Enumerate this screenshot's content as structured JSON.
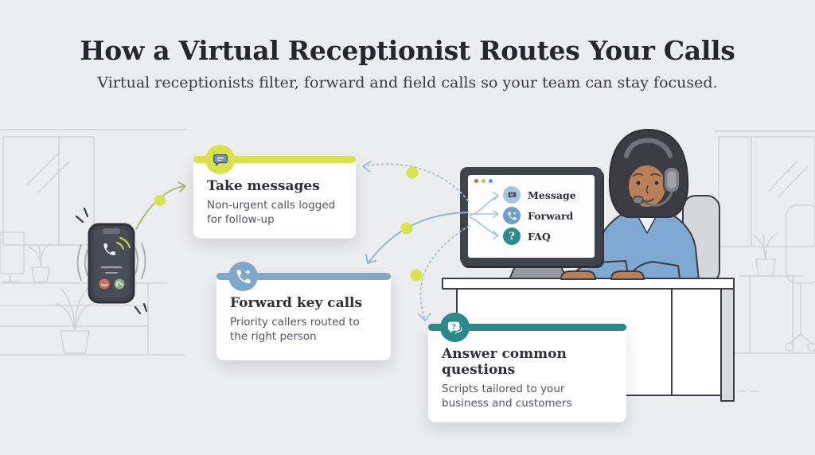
{
  "title": "How a Virtual Receptionist Routes Your Calls",
  "subtitle": "Virtual receptionists filter, forward and field calls so your team can stay focused.",
  "cards": [
    {
      "id": "take-messages",
      "title": "Take messages",
      "body": "Non-urgent calls logged for follow-up",
      "accent": "#d6e34e",
      "icon": "speech-bubble-icon"
    },
    {
      "id": "forward-key-calls",
      "title": "Forward key calls",
      "body": "Priority callers routed to the right person",
      "accent": "#7ea7ca",
      "icon": "phone-forward-icon"
    },
    {
      "id": "answer-common-questions",
      "title": "Answer common questions",
      "body": "Scripts tailored to your business and customers",
      "accent": "#2b898c",
      "icon": "question-bubble-icon"
    }
  ],
  "monitor": {
    "items": [
      {
        "label": "Message",
        "icon": "message-bubble-icon",
        "color": "#a9c6dd"
      },
      {
        "label": "Forward",
        "icon": "phone-forward-icon",
        "color": "#6f9ec7"
      },
      {
        "label": "FAQ",
        "icon": "question-icon",
        "color": "#2d8a8d"
      }
    ]
  },
  "phone": {
    "icon": "incoming-call-phone",
    "decline_color": "#cf7058",
    "accept_color": "#8fae84"
  },
  "colors": {
    "background": "#ecedef",
    "lime": "#d6e34e",
    "blue": "#7ea7ca",
    "teal": "#2b898c",
    "arrow_blue": "#9dbdd2",
    "title_text": "#26262e",
    "body_text": "#54545e",
    "monitor_frame": "#3f434b",
    "blouse": "#7fa9d2",
    "skin": "#b87f58",
    "hair": "#3b3b42"
  }
}
